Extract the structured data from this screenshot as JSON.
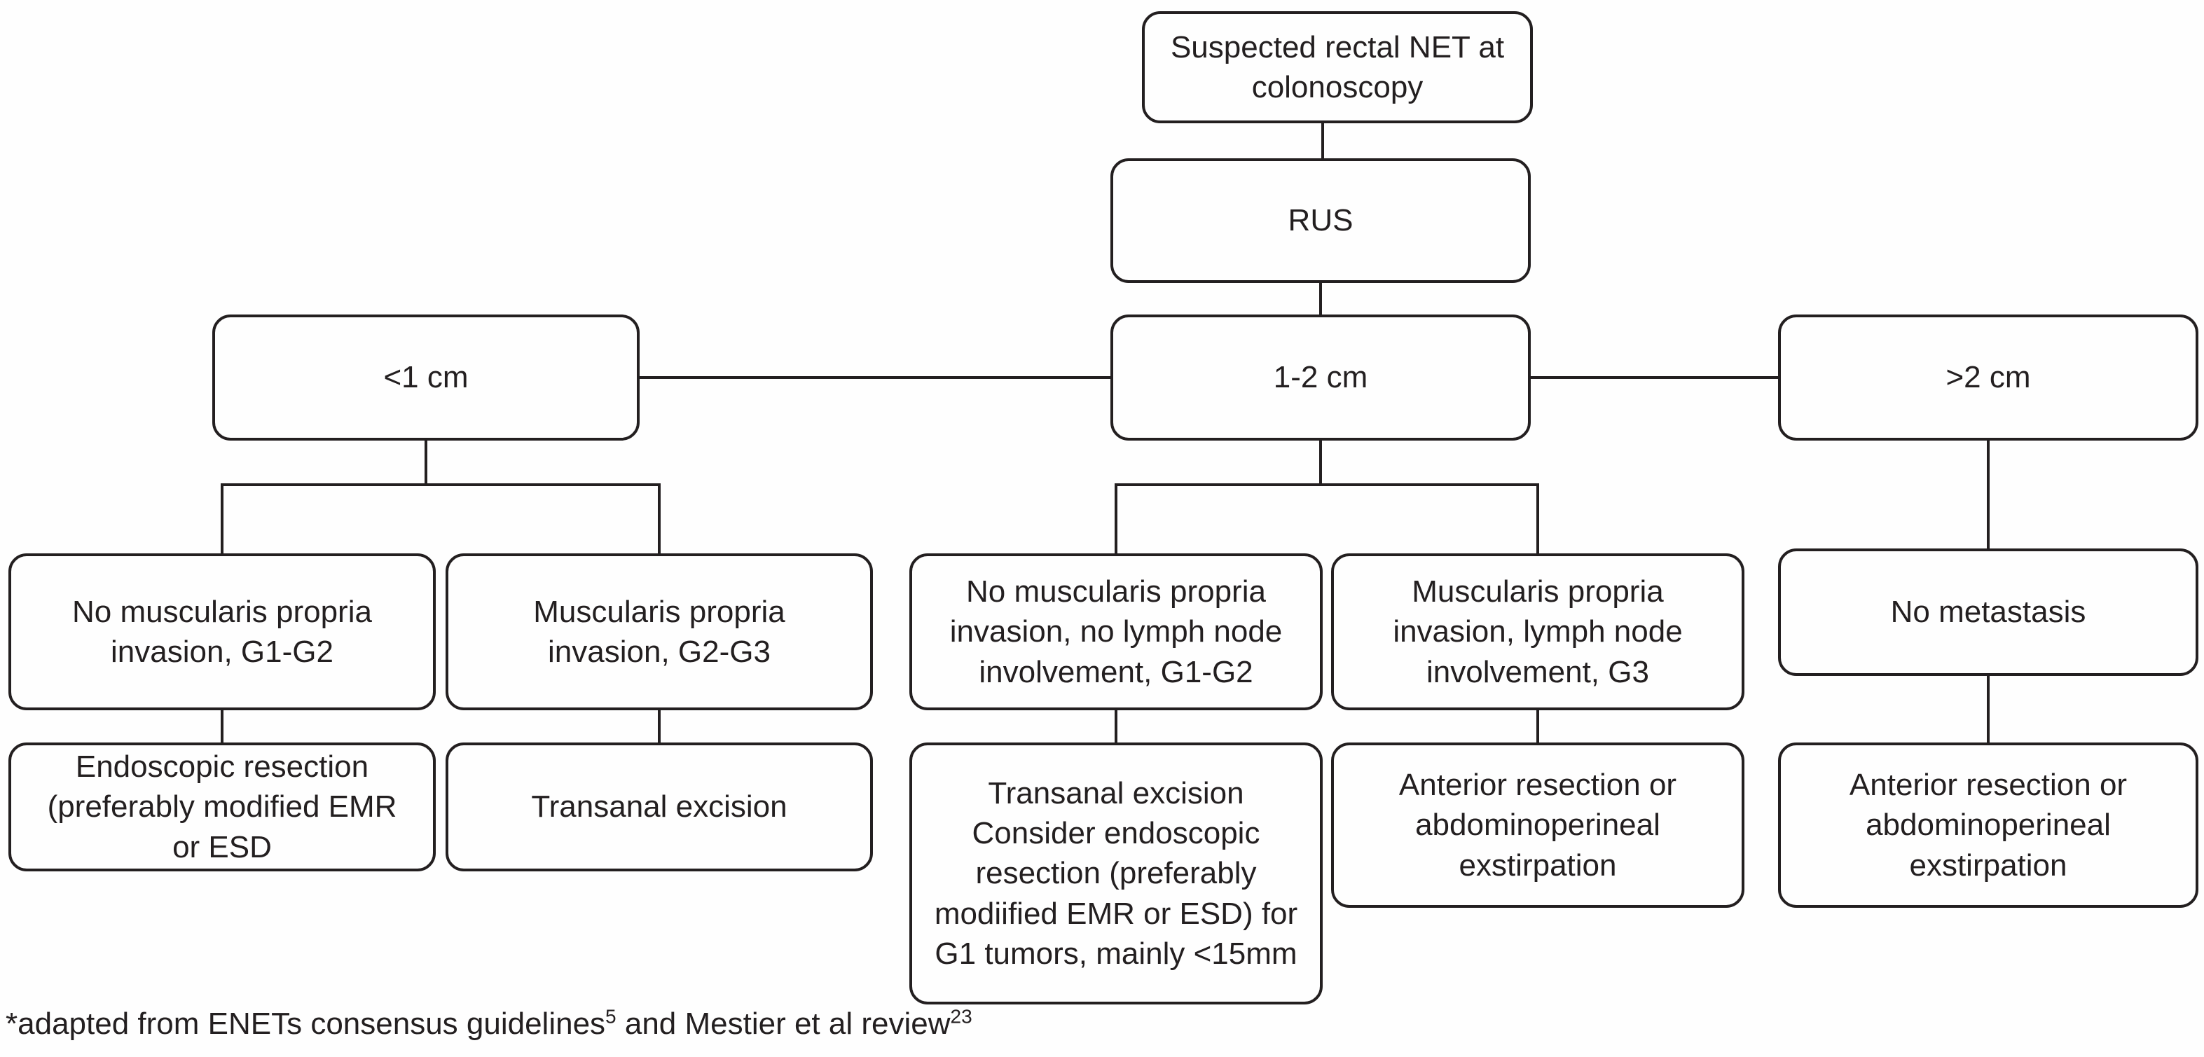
{
  "flowchart": {
    "title_hint": "Rectal NET management algorithm",
    "nodes": {
      "root": "Suspected rectal NET at\ncolonoscopy",
      "rus": "RUS",
      "size_lt1": "<1 cm",
      "size_1to2": "1-2 cm",
      "size_gt2": ">2 cm",
      "no_mp_g1g2": "No muscularis propria\ninvasion, G1-G2",
      "mp_g2g3": "Muscularis propria\ninvasion, G2-G3",
      "no_mp_no_ln_g1g2": "No muscularis propria\ninvasion, no lymph node\ninvolvement, G1-G2",
      "mp_ln_g3": "Muscularis propria\ninvasion, lymph node\ninvolvement, G3",
      "no_metastasis": "No metastasis",
      "endoscopic_resection": "Endoscopic resection\n(preferably modified EMR\nor ESD",
      "transanal_excision": "Transanal excision",
      "transanal_consider": "Transanal excision\nConsider endoscopic\nresection (preferably\nmodiified EMR or ESD) for\nG1 tumors, mainly <15mm",
      "anterior_resection_mid": "Anterior resection or\nabdominoperineal\nexstirpation",
      "anterior_resection_right": "Anterior resection or\nabdominoperineal\nexstirpation"
    },
    "footnote": {
      "part1": "*adapted from ENETs consensus guidelines",
      "sup1": "5",
      "part2": " and Mestier et al review",
      "sup2": "23"
    },
    "colors": {
      "line": "#231f20",
      "background": "#fefefe"
    }
  }
}
